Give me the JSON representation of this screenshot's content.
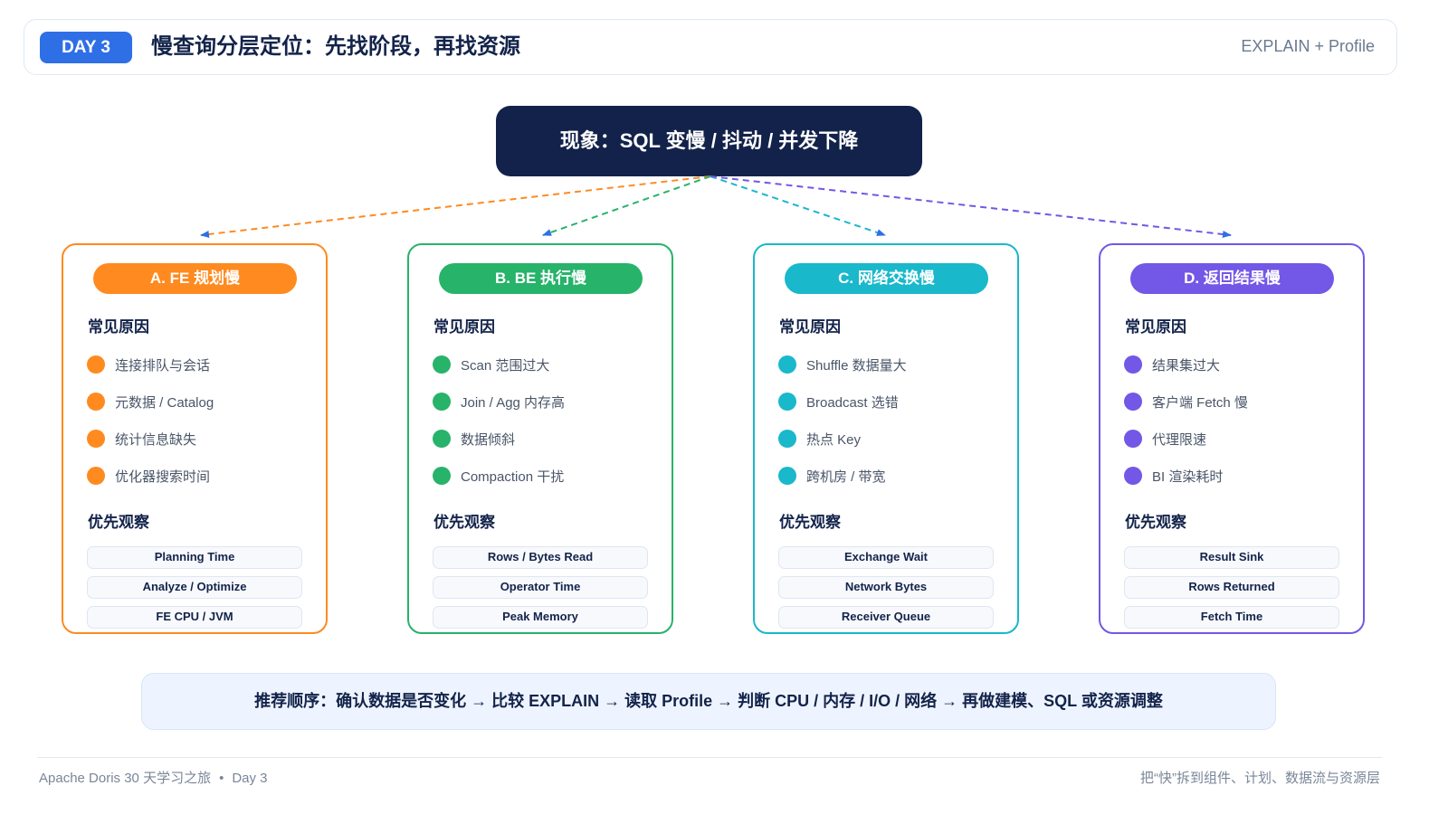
{
  "header": {
    "day_badge": "DAY 3",
    "title": "慢查询分层定位：先找阶段，再找资源",
    "tag": "EXPLAIN + Profile"
  },
  "root": {
    "label": "现象：SQL 变慢 / 抖动 / 并发下降"
  },
  "cards": [
    {
      "title": "A. FE 规划慢",
      "color": "#ff8a1f",
      "causes_heading": "常见原因",
      "causes": [
        "连接排队与会话",
        "元数据 / Catalog",
        "统计信息缺失",
        "优化器搜索时间"
      ],
      "observe_heading": "优先观察",
      "metrics": [
        "Planning Time",
        "Analyze / Optimize",
        "FE CPU / JVM"
      ]
    },
    {
      "title": "B. BE 执行慢",
      "color": "#27b36a",
      "causes_heading": "常见原因",
      "causes": [
        "Scan 范围过大",
        "Join / Agg 内存高",
        "数据倾斜",
        "Compaction 干扰"
      ],
      "observe_heading": "优先观察",
      "metrics": [
        "Rows / Bytes Read",
        "Operator Time",
        "Peak Memory"
      ]
    },
    {
      "title": "C. 网络交换慢",
      "color": "#19b8cb",
      "causes_heading": "常见原因",
      "causes": [
        "Shuffle 数据量大",
        "Broadcast 选错",
        "热点 Key",
        "跨机房 / 带宽"
      ],
      "observe_heading": "优先观察",
      "metrics": [
        "Exchange Wait",
        "Network Bytes",
        "Receiver Queue"
      ]
    },
    {
      "title": "D. 返回结果慢",
      "color": "#7357e6",
      "causes_heading": "常见原因",
      "causes": [
        "结果集过大",
        "客户端 Fetch 慢",
        "代理限速",
        "BI 渲染耗时"
      ],
      "observe_heading": "优先观察",
      "metrics": [
        "Result Sink",
        "Rows Returned",
        "Fetch Time"
      ]
    }
  ],
  "order": {
    "text": "推荐顺序：确认数据是否变化 → 比较 EXPLAIN → 读取 Profile → 判断 CPU / 内存 / I/O / 网络 → 再做建模、SQL 或资源调整"
  },
  "footer": {
    "left": "Apache Doris 30 天学习之旅",
    "separator": "•",
    "left_day": "Day 3",
    "right": "把“快”拆到组件、计划、数据流与资源层"
  }
}
